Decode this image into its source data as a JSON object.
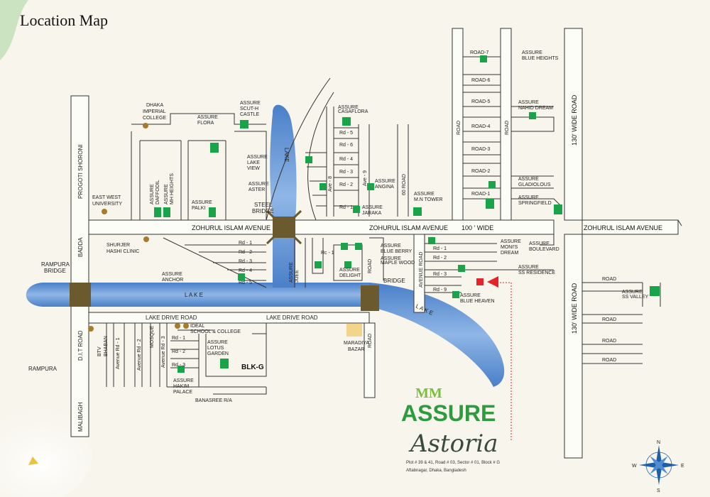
{
  "title": "Location Map",
  "labels": {
    "zohurul_islam_avenue_w": "ZOHURUL ISLAM AVENUE",
    "zohurul_islam_avenue_c": "ZOHURUL ISLAM AVENUE",
    "wide_100": "100 ' WIDE",
    "zohurul_islam_avenue_e": "ZOHURUL ISLAM AVENUE",
    "wide_road_130_top": "130' WIDE ROAD",
    "wide_road_130_bottom": "130' WIDE ROAD",
    "progoti_shoroni": "PROGOTI SHORONI",
    "badda": "BADDA",
    "rampura_bridge_1": "RAMPURA",
    "rampura_bridge_2": "BRIDGE",
    "rampura": "RAMPURA",
    "dit_road": "D.I.T ROAD",
    "malibagh": "MALIBAGH",
    "lake_vertical": "LAKE",
    "lake_main": "L A K E",
    "lake_east": "L A K E",
    "steel_bridge_1": "STEEL",
    "steel_bridge_2": "BRIDGE",
    "bridge": "BRIDGE",
    "lake_drive_road_w": "LAKE DRIVE ROAD",
    "lake_drive_road_e": "LAKE DRIVE ROAD",
    "dhaka_imperial_1": "DHAKA",
    "dhaka_imperial_2": "IMPERIAL",
    "dhaka_imperial_3": "COLLEGE",
    "east_west_1": "EAST WEST",
    "east_west_2": "UNIVERSITY",
    "shurjer_1": "SHURJER",
    "shurjer_2": "HASHI CLINIC",
    "ideal_1": "IDEAL",
    "ideal_2": "SCHOOL & COLLEGE",
    "btv_1": "BTV",
    "btv_2": "BHABAN",
    "avenue_rd1": "Avenue Rd - 1",
    "avenue_rd2": "Avenue Rd - 2",
    "mosque": "MOSQUE",
    "avenue_rd3": "Avenue Rd - 3",
    "rd1_blkg": "Rd - 1",
    "rd2_blkg": "Rd - 2",
    "rd3_blkg": "Rd - 3",
    "blk_g": "BLK-G",
    "banasree": "BANASREE R/A",
    "maradiya_1": "MARADIYA",
    "maradiya_2": "BAZAR",
    "road_v_bottom": "ROAD",
    "road_v_mid": "ROAD",
    "ave8": "Ave - 8",
    "ave9": "Ave - 9",
    "road_60": "60 ROAD",
    "rd5_n": "Rd - 5",
    "rd6_n": "Rd - 6",
    "rd4_n": "Rd - 4",
    "rd3_n": "Rd - 3",
    "rd2_n": "Rd - 2",
    "rd1_n": "Rd - 1",
    "rd1_w": "Rd - 1",
    "rd2_w": "Rd - 2",
    "rd3_w": "Rd - 3",
    "rd4_w": "Rd - 4",
    "rd5_w": "Rd - 5",
    "rc1": "Rc - 1",
    "avenue_road": "AVENUE ROAD",
    "rd1_e": "Rd - 1",
    "rd2_e": "Rd - 2",
    "rd3_e": "Rd - 3",
    "rd9_e": "Rd - 9",
    "road7": "ROAD-7",
    "road6": "ROAD-6",
    "road5": "ROAD-5",
    "road4": "ROAD-4",
    "road3": "ROAD-3",
    "road2": "ROAD-2",
    "road1": "ROAD-1",
    "road_v1": "ROAD",
    "road_v2": "ROAD",
    "road_e1": "ROAD",
    "road_e2": "ROAD",
    "road_e3": "ROAD",
    "road_e4": "ROAD"
  },
  "properties": [
    {
      "id": "blue-heights",
      "lines": [
        "ASSURE",
        "BLUE HEIGHTS"
      ]
    },
    {
      "id": "nahid-dream",
      "lines": [
        "ASSURE",
        "NAHID DREAM"
      ]
    },
    {
      "id": "gladiolous",
      "lines": [
        "ASSURE",
        "GLADIOLOUS"
      ]
    },
    {
      "id": "springfield",
      "lines": [
        "ASSURE",
        "SPRINGFIELD"
      ]
    },
    {
      "id": "scut-h-castle",
      "lines": [
        "ASSURE",
        "SCUT-H",
        "CASTLE"
      ]
    },
    {
      "id": "flora",
      "lines": [
        "ASSURE",
        "FLORA"
      ]
    },
    {
      "id": "casaflora",
      "lines": [
        "ASSURE",
        "CASAFLORA"
      ]
    },
    {
      "id": "lake-view",
      "lines": [
        "ASSURE",
        "LAKE",
        "VIEW"
      ]
    },
    {
      "id": "aster",
      "lines": [
        "ASSURE",
        "ASTER"
      ]
    },
    {
      "id": "angina",
      "lines": [
        "ASSURE",
        "ANGINA"
      ]
    },
    {
      "id": "jaraka",
      "lines": [
        "ASSURE",
        "JARAKA"
      ]
    },
    {
      "id": "mn-tower",
      "lines": [
        "ASSURE",
        "M.N TOWER"
      ]
    },
    {
      "id": "daffodil",
      "lines": [
        "ASSURE",
        "DAFFODIL"
      ]
    },
    {
      "id": "mh-heights",
      "lines": [
        "ASSURE",
        "MH HEIGHTS"
      ]
    },
    {
      "id": "palki",
      "lines": [
        "ASSURE",
        "PALKI"
      ]
    },
    {
      "id": "monis-dream",
      "lines": [
        "ASSURE",
        "MONI'S",
        "DREAM"
      ]
    },
    {
      "id": "boulevard",
      "lines": [
        "ASSURE",
        "BOULEVARD"
      ]
    },
    {
      "id": "ss-residence",
      "lines": [
        "ASSURE",
        "SS RESIDENCE"
      ]
    },
    {
      "id": "blue-berry",
      "lines": [
        "ASSURE",
        "BLUE BERRY"
      ]
    },
    {
      "id": "maple-wood",
      "lines": [
        "ASSURE",
        "MAPLE WOOD"
      ]
    },
    {
      "id": "juee",
      "lines": [
        "ASSURE",
        "JUEE"
      ]
    },
    {
      "id": "delight",
      "lines": [
        "ASSURE",
        "DELIGHT"
      ]
    },
    {
      "id": "anchor",
      "lines": [
        "ASSURE",
        "ANCHOR"
      ]
    },
    {
      "id": "blue-heaven",
      "lines": [
        "ASSURE",
        "BLUE HEAVEN"
      ]
    },
    {
      "id": "ss-valley",
      "lines": [
        "ASSURE",
        "SS VALLEY"
      ]
    },
    {
      "id": "lotus-garden",
      "lines": [
        "ASSURE",
        "LOTUS",
        "GARDEN"
      ]
    },
    {
      "id": "hakim-palace",
      "lines": [
        "ASSURE",
        "HAKIM",
        "PALACE"
      ]
    }
  ],
  "brand": {
    "prefix": "MM",
    "name": "ASSURE",
    "script": "Astoria",
    "address_1": "Plot # 39 & 41, Road # 03, Sector # 01, Block # G",
    "address_2": "Aftabnagar, Dhaka, Bangladesh"
  },
  "compass": {
    "n": "N",
    "s": "S",
    "e": "E",
    "w": "W"
  },
  "colors": {
    "background": "#f7f5ec",
    "lake": "#6f9fd8",
    "property": "#19a44a",
    "project": "#e4232a",
    "brand": "#2e9b3f",
    "landmark": "#a87a2a",
    "bridge": "#6b5a2e",
    "compass": "#1f5fa8"
  }
}
